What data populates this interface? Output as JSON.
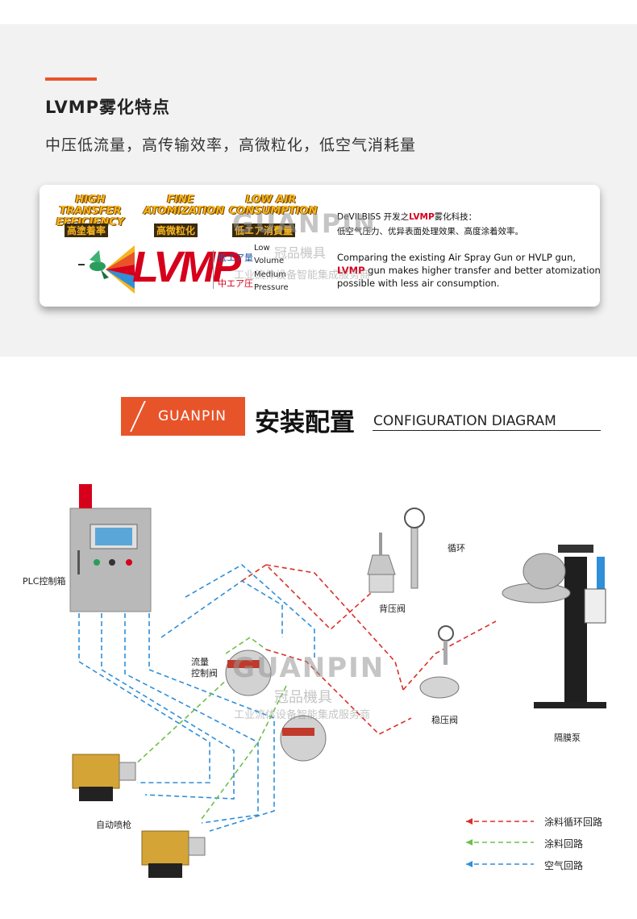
{
  "section1": {
    "title": "LVMP雾化特点",
    "subtitle": "中压低流量，高传输效率，高微粒化，低空气消耗量"
  },
  "badges": [
    {
      "en1": "HIGH TRANSFER",
      "en2": "EFFICIENCY",
      "zh": "高塗着率"
    },
    {
      "en1": "FINE",
      "en2": "ATOMIZATION",
      "zh": "高微粒化"
    },
    {
      "en1": "LOW AIR",
      "en2": "CONSUMPTION",
      "zh": "低エア消費量"
    }
  ],
  "lvmp": {
    "logo": "LVMP",
    "zh_low": "低エア量",
    "zh_mid": "中エア圧",
    "words": [
      "Low",
      "Volume",
      "Medium",
      "Pressure"
    ]
  },
  "desc": {
    "zh1_pre": "DeVILBISS  开发之",
    "zh1_hl": "LVMP",
    "zh1_post": "雾化科技：",
    "zh2": "低空气压力、优异表面处理效果、高度涂着效率。",
    "en1": "Comparing the existing Air Spray Gun or HVLP gun,",
    "en2_hl": "LVMP",
    "en2_post": " gun makes higher transfer and better atomization",
    "en3": "possible with less air consumption."
  },
  "watermark": {
    "brand": "GUANPIN",
    "cn": "冠品機具",
    "tagline": "工业流体设备智能集成服务商"
  },
  "config": {
    "brand": "GUANPIN",
    "title": "安装配置",
    "en": "CONFIGURATION DIAGRAM"
  },
  "labels": {
    "plc": "PLC控制箱",
    "flow_valve1": "流量",
    "flow_valve2": "控制阀",
    "back_valve": "背压阀",
    "cycle": "循环",
    "stabilizer": "稳压阀",
    "pump": "隔膜泵",
    "gun": "自动喷枪"
  },
  "legend": [
    {
      "label": "涂料循环回路",
      "color": "#d9302a"
    },
    {
      "label": "涂料回路",
      "color": "#6cc04a"
    },
    {
      "label": "空气回路",
      "color": "#2f8fd8"
    }
  ],
  "colors": {
    "accent": "#e8542a",
    "lvmp_red": "#d6001c",
    "badge_gold": "#f7b51e"
  }
}
